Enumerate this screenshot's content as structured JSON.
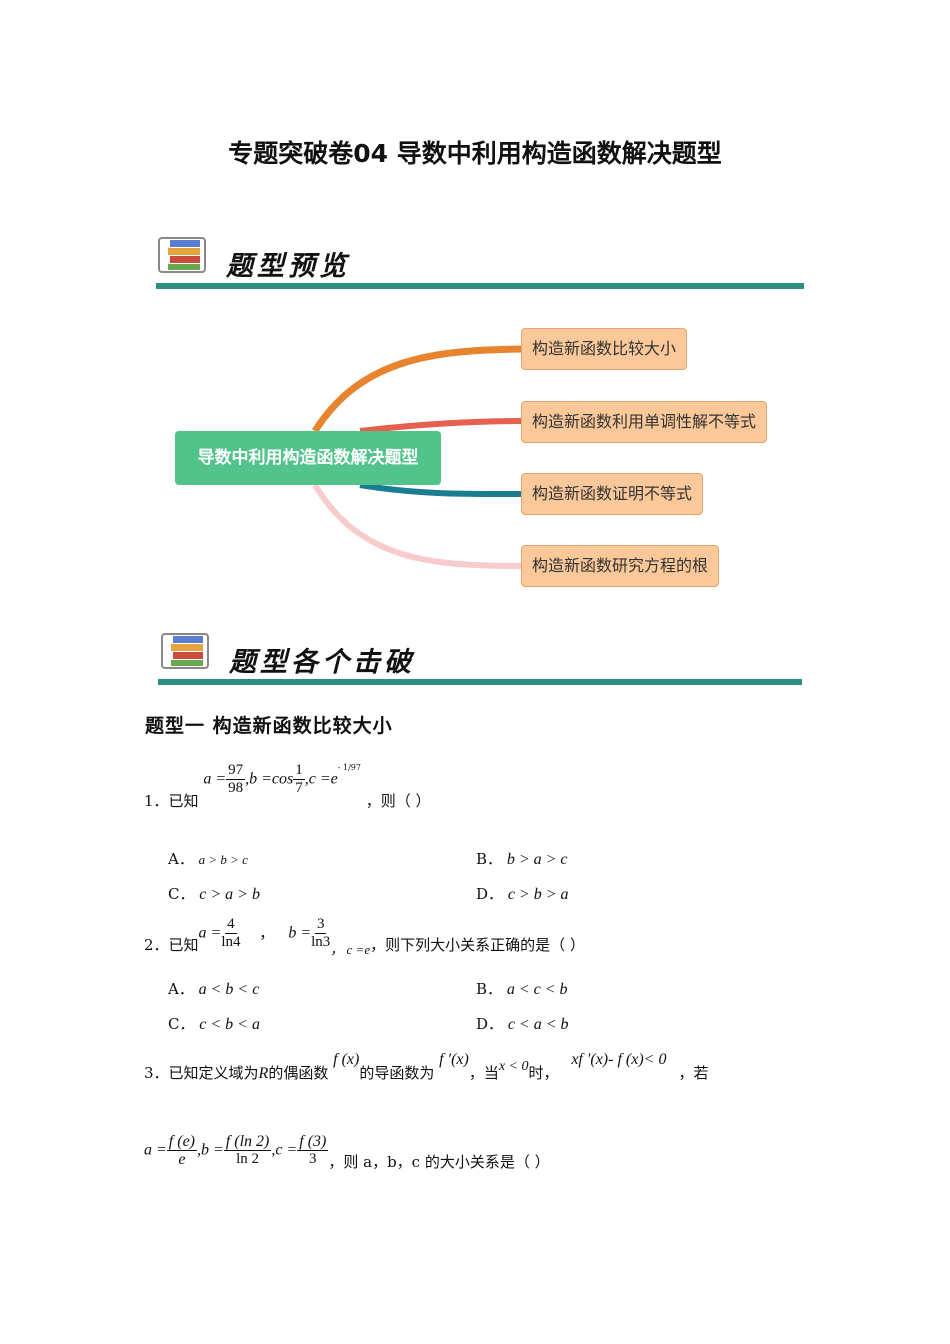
{
  "title": "专题突破卷04 导数中利用构造函数解决题型",
  "section1": {
    "label": "题型预览",
    "icon": "books-icon"
  },
  "section2": {
    "label": "题型各个击破",
    "icon": "books-icon"
  },
  "mindmap": {
    "center": "导数中利用构造函数解决题型",
    "branches": [
      {
        "label": "构造新函数比较大小",
        "color": "#e8842e"
      },
      {
        "label": "构造新函数利用单调性解不等式",
        "color": "#e6604f"
      },
      {
        "label": "构造新函数证明不等式",
        "color": "#1a7d92"
      },
      {
        "label": "构造新函数研究方程的根",
        "color": "#f8cccc"
      }
    ]
  },
  "heading1": "题型一  构造新函数比较大小",
  "q1": {
    "num": "1．已知",
    "a": "a =",
    "an": "97",
    "ad": "98",
    "b": ",b =cos",
    "bn": "1",
    "bd": "7",
    "c": ",c =e",
    "exp": "- 1/97",
    "tail": "，则（    ）",
    "options": [
      {
        "k": "A．",
        "v": "a > b > c"
      },
      {
        "k": "B．",
        "v": "b > a > c"
      },
      {
        "k": "C．",
        "v": "c > a > b"
      },
      {
        "k": "D．",
        "v": "c > b > a"
      }
    ]
  },
  "q2": {
    "num": "2．已知",
    "a": "a =",
    "an": "4",
    "ad": "ln4",
    "sep": "，",
    "b": "b =",
    "bn": "3",
    "bd": "ln3",
    "c": "，  c =e",
    "tail": "，则下列大小关系正确的是（        ）",
    "options": [
      {
        "k": "A．",
        "v": "a < b < c"
      },
      {
        "k": "B．",
        "v": "a < c < b"
      },
      {
        "k": "C．",
        "v": "c < b < a"
      },
      {
        "k": "D．",
        "v": "c < a < b"
      }
    ]
  },
  "q3": {
    "line1a": "3．已知定义域为",
    "R": "R",
    "line1b": "的偶函数",
    "fx": "f (x)",
    "line1c": "的导函数为",
    "fpx": "f ′(x)",
    "line1d": "，当",
    "cond": "x < 0",
    "line1e": "时，",
    "ineq": "xf ′(x)- f (x)< 0",
    "line1f": "，若",
    "a": "a =",
    "an": "f (e)",
    "ad": "e",
    "b": ",b =",
    "bn": "f (ln 2)",
    "bd": "ln 2",
    "c": ",c =",
    "cn": "f (3)",
    "cd": "3",
    "tail": "，则 a，b，c 的大小关系是（    ）"
  }
}
